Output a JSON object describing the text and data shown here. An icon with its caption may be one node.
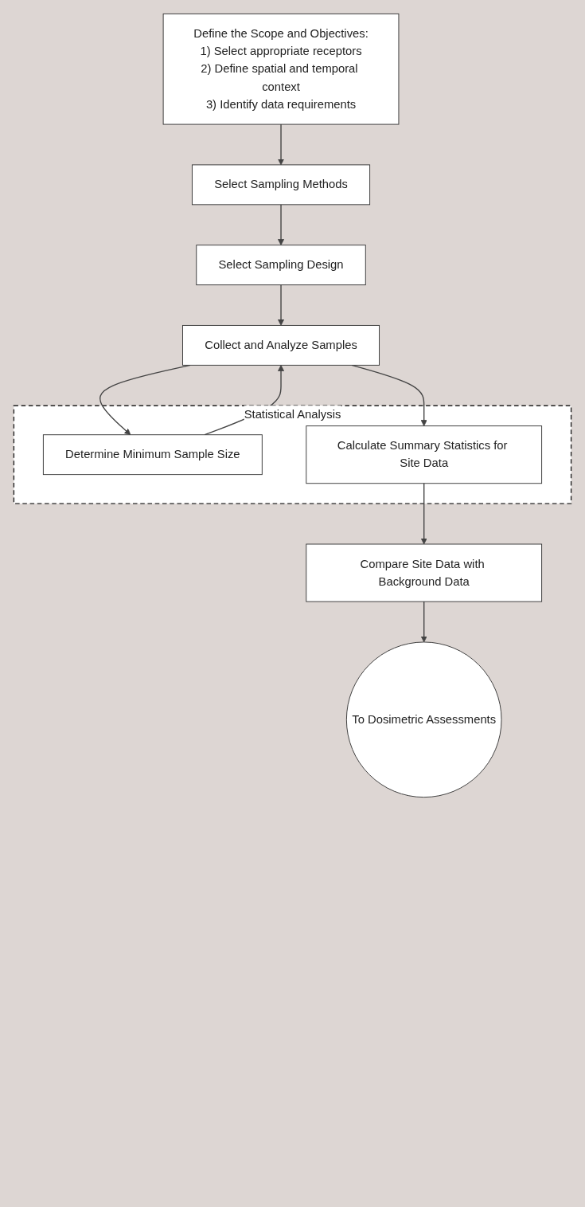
{
  "diagram": {
    "nodes": [
      {
        "text": [
          "Define the Scope and Objectives:",
          "1) Select appropriate receptors",
          "2) Define spatial and temporal context",
          "3) Identify data requirements"
        ]
      },
      {
        "text": [
          "Select Sampling Methods"
        ]
      },
      {
        "text": [
          "Select Sampling Design"
        ]
      },
      {
        "text": [
          "Collect and Analyze Samples"
        ]
      },
      {
        "text": [
          "Statistical Analysis"
        ]
      },
      {
        "text": [
          "Determine Minimum Sample Size"
        ],
        "in": 4
      },
      {
        "text": [
          "Calculate Summary Statistics for Site Data"
        ],
        "in": 4
      },
      {
        "text": [
          "Compare Site Data with Background Data"
        ]
      },
      {
        "text": [
          "To Dosimetric Assessments"
        ]
      }
    ],
    "edges": [
      {
        "from": 0,
        "to": 1,
        "arrow": "to"
      },
      {
        "from": 1,
        "to": 2,
        "arrow": "to"
      },
      {
        "from": 2,
        "to": 3,
        "arrow": "to"
      },
      {
        "from": 3,
        "to": 5,
        "arrow": "to"
      },
      {
        "from": 3,
        "to": 6,
        "arrow": "to"
      },
      {
        "from": 5,
        "to": 3,
        "arrow": "to"
      },
      {
        "from": 6,
        "to": 7,
        "arrow": "to"
      },
      {
        "from": 7,
        "to": 8,
        "arrow": "to"
      }
    ]
  }
}
